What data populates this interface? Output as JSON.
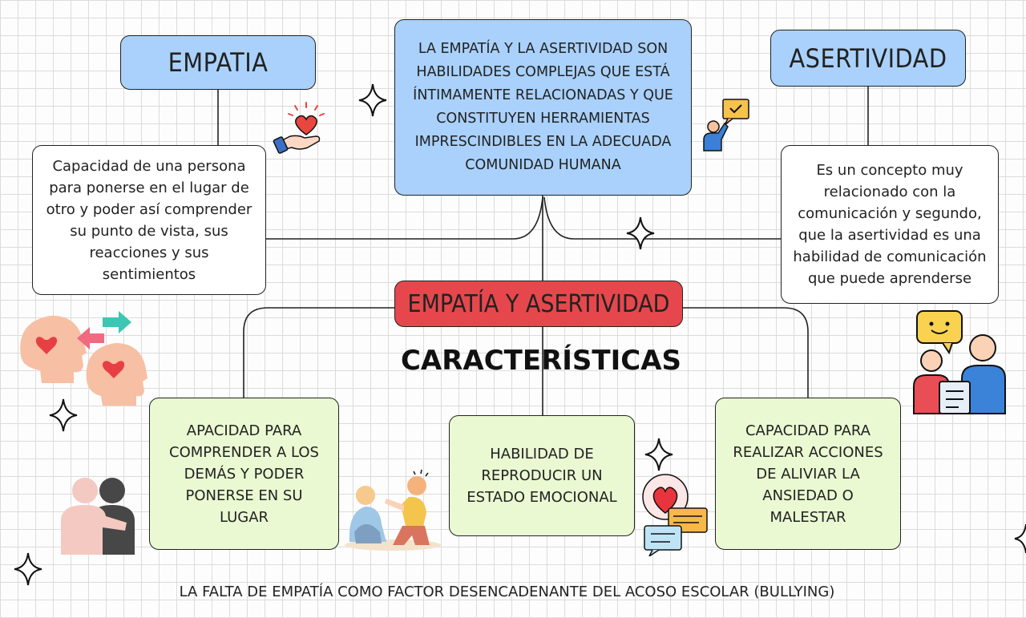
{
  "central": "LA EMPATÍA Y LA ASERTIVIDAD SON HABILIDADES COMPLEJAS QUE ESTÁ ÍNTIMAMENTE RELACIONADAS Y QUE CONSTITUYEN HERRAMIENTAS IMPRESCINDIBLES EN LA ADECUADA COMUNIDAD HUMANA",
  "empatia": {
    "title": "EMPATIA",
    "description": "Capacidad de una persona para ponerse en el lugar de otro y poder así comprender su punto de vista, sus reacciones y sus sentimientos"
  },
  "asertividad": {
    "title": "ASERTIVIDAD",
    "description": "Es un concepto muy relacionado con la comunicación y segundo, que la asertividad es una habilidad de comunicación que puede aprenderse"
  },
  "main_title": "EMPATÍA Y ASERTIVIDAD",
  "subheading": "CARACTERÍSTICAS",
  "features": [
    "APACIDAD PARA COMPRENDER A LOS DEMÁS Y PODER PONERSE EN SU LUGAR",
    "HABILIDAD DE REPRODUCIR UN ESTADO EMOCIONAL",
    "CAPACIDAD PARA REALIZAR ACCIONES DE ALIVIAR LA ANSIEDAD O MALESTAR"
  ],
  "footer": "LA FALTA DE EMPATÍA COMO FACTOR DESENCADENANTE DEL ACOSO ESCOLAR (BULLYING)",
  "colors": {
    "title_blue": "#a9d1fb",
    "main_red": "#e5474d",
    "feature_green": "#eaf9d2"
  },
  "icons": [
    "hand-heart-icon",
    "person-chat-icon",
    "two-heads-heart-icon",
    "customer-support-icon",
    "hugging-people-icon",
    "comforting-children-icon",
    "heart-chat-icon",
    "sparkle-icon"
  ]
}
